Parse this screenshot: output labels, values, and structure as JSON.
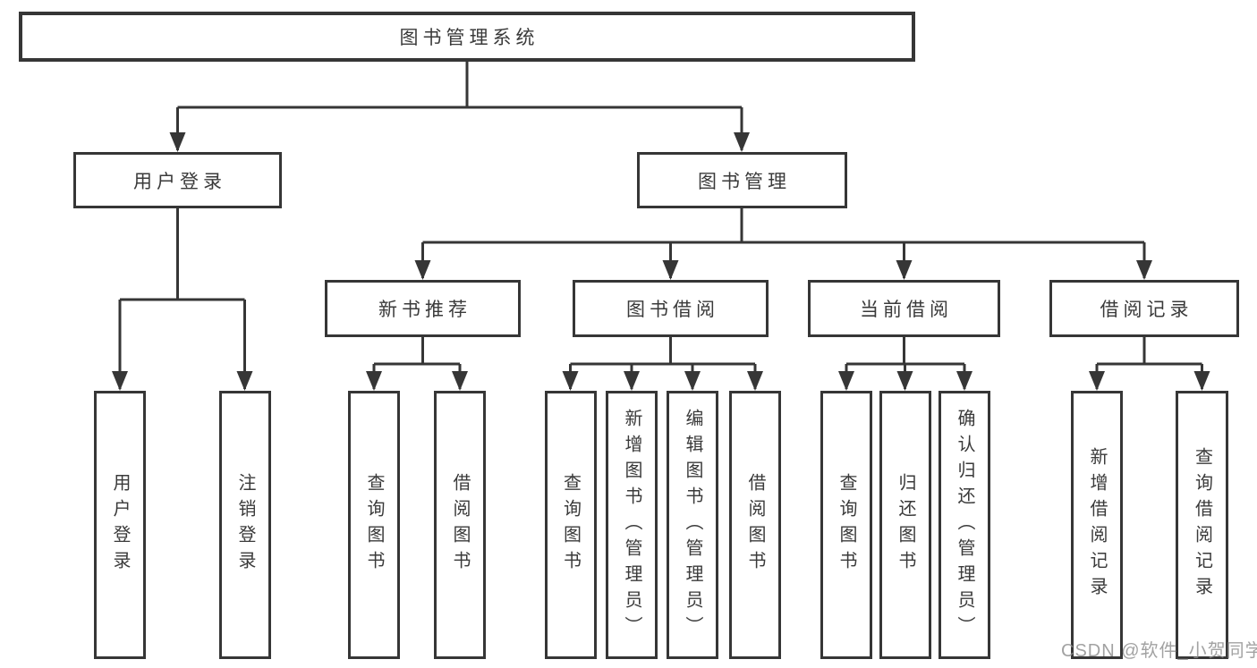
{
  "diagram": {
    "tree": {
      "label": "图书管理系统",
      "children": [
        {
          "label": "用户登录",
          "children": [
            {
              "label": "用户登录"
            },
            {
              "label": "注销登录"
            }
          ]
        },
        {
          "label": "图书管理",
          "children": [
            {
              "label": "新书推荐",
              "children": [
                {
                  "label": "查询图书"
                },
                {
                  "label": "借阅图书"
                }
              ]
            },
            {
              "label": "图书借阅",
              "children": [
                {
                  "label": "查询图书"
                },
                {
                  "label": "新增图书（管理员）"
                },
                {
                  "label": "编辑图书（管理员）"
                },
                {
                  "label": "借阅图书"
                }
              ]
            },
            {
              "label": "当前借阅",
              "children": [
                {
                  "label": "查询图书"
                },
                {
                  "label": "归还图书"
                },
                {
                  "label": "确认归还（管理员）"
                }
              ]
            },
            {
              "label": "借阅记录",
              "children": [
                {
                  "label": "新增借阅记录"
                },
                {
                  "label": "查询借阅记录"
                }
              ]
            }
          ]
        }
      ]
    },
    "colors": {
      "line": "#363636",
      "box_border": "#363636",
      "text": "#3a3a3a",
      "background": "#ffffff",
      "watermark": "#8e8e8e"
    }
  },
  "watermark": {
    "text": "CSDN @软件_小贺同学"
  }
}
